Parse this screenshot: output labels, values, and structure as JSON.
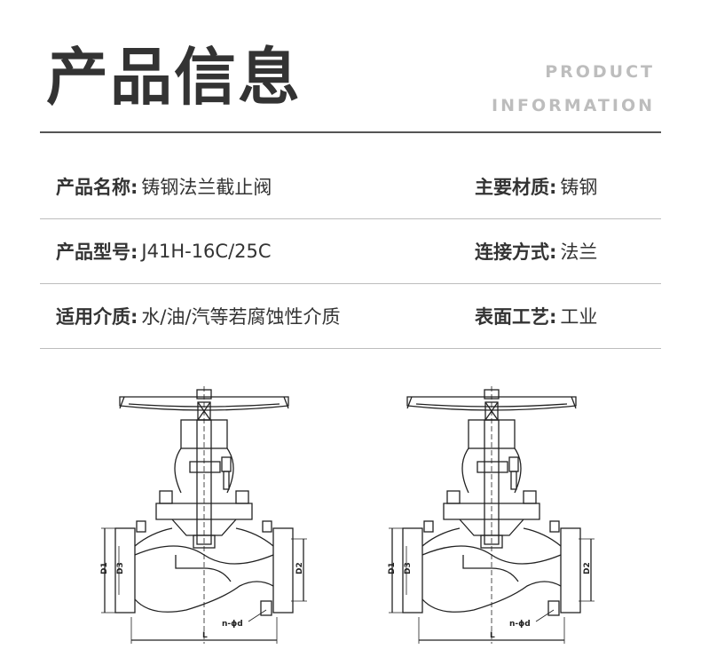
{
  "header": {
    "title": "产品信息",
    "subtitle_lines": [
      "PRODUCT",
      "INFORMATION"
    ]
  },
  "rows": [
    {
      "left": {
        "label": "产品名称:",
        "value": "铸钢法兰截止阀"
      },
      "right": {
        "label": "主要材质:",
        "value": "铸钢"
      }
    },
    {
      "left": {
        "label": "产品型号:",
        "value": "J41H-16C/25C"
      },
      "right": {
        "label": "连接方式:",
        "value": "法兰"
      }
    },
    {
      "left": {
        "label": "适用介质:",
        "value": "水/油/汽等若腐蚀性介质"
      },
      "right": {
        "label": "表面工艺:",
        "value": "工业"
      }
    }
  ],
  "drawing_labels": {
    "d1": "D1",
    "d2": "D2",
    "d3": "D3",
    "l": "L",
    "holes": "n-ϕd"
  },
  "colors": {
    "text": "#333333",
    "accent_gray": "#bdbdbd",
    "rule": "#555555"
  }
}
